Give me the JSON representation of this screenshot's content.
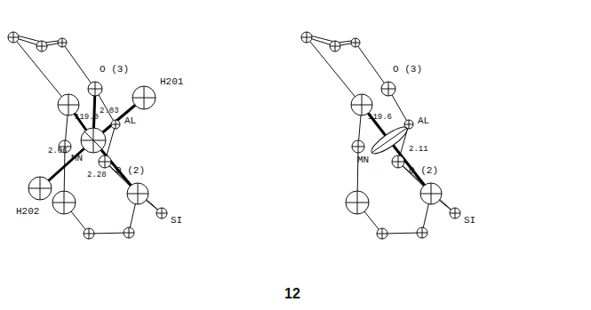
{
  "diagram": {
    "labels": [
      "O (3)",
      "H201",
      "119.0",
      "2.03",
      "AL",
      "MN",
      "O (2)",
      "2.06",
      "2.28",
      "SI",
      "H202",
      "O (3)",
      "119.6",
      "AL",
      "MN",
      "2.11",
      "O (2)",
      "SI",
      "12"
    ]
  }
}
